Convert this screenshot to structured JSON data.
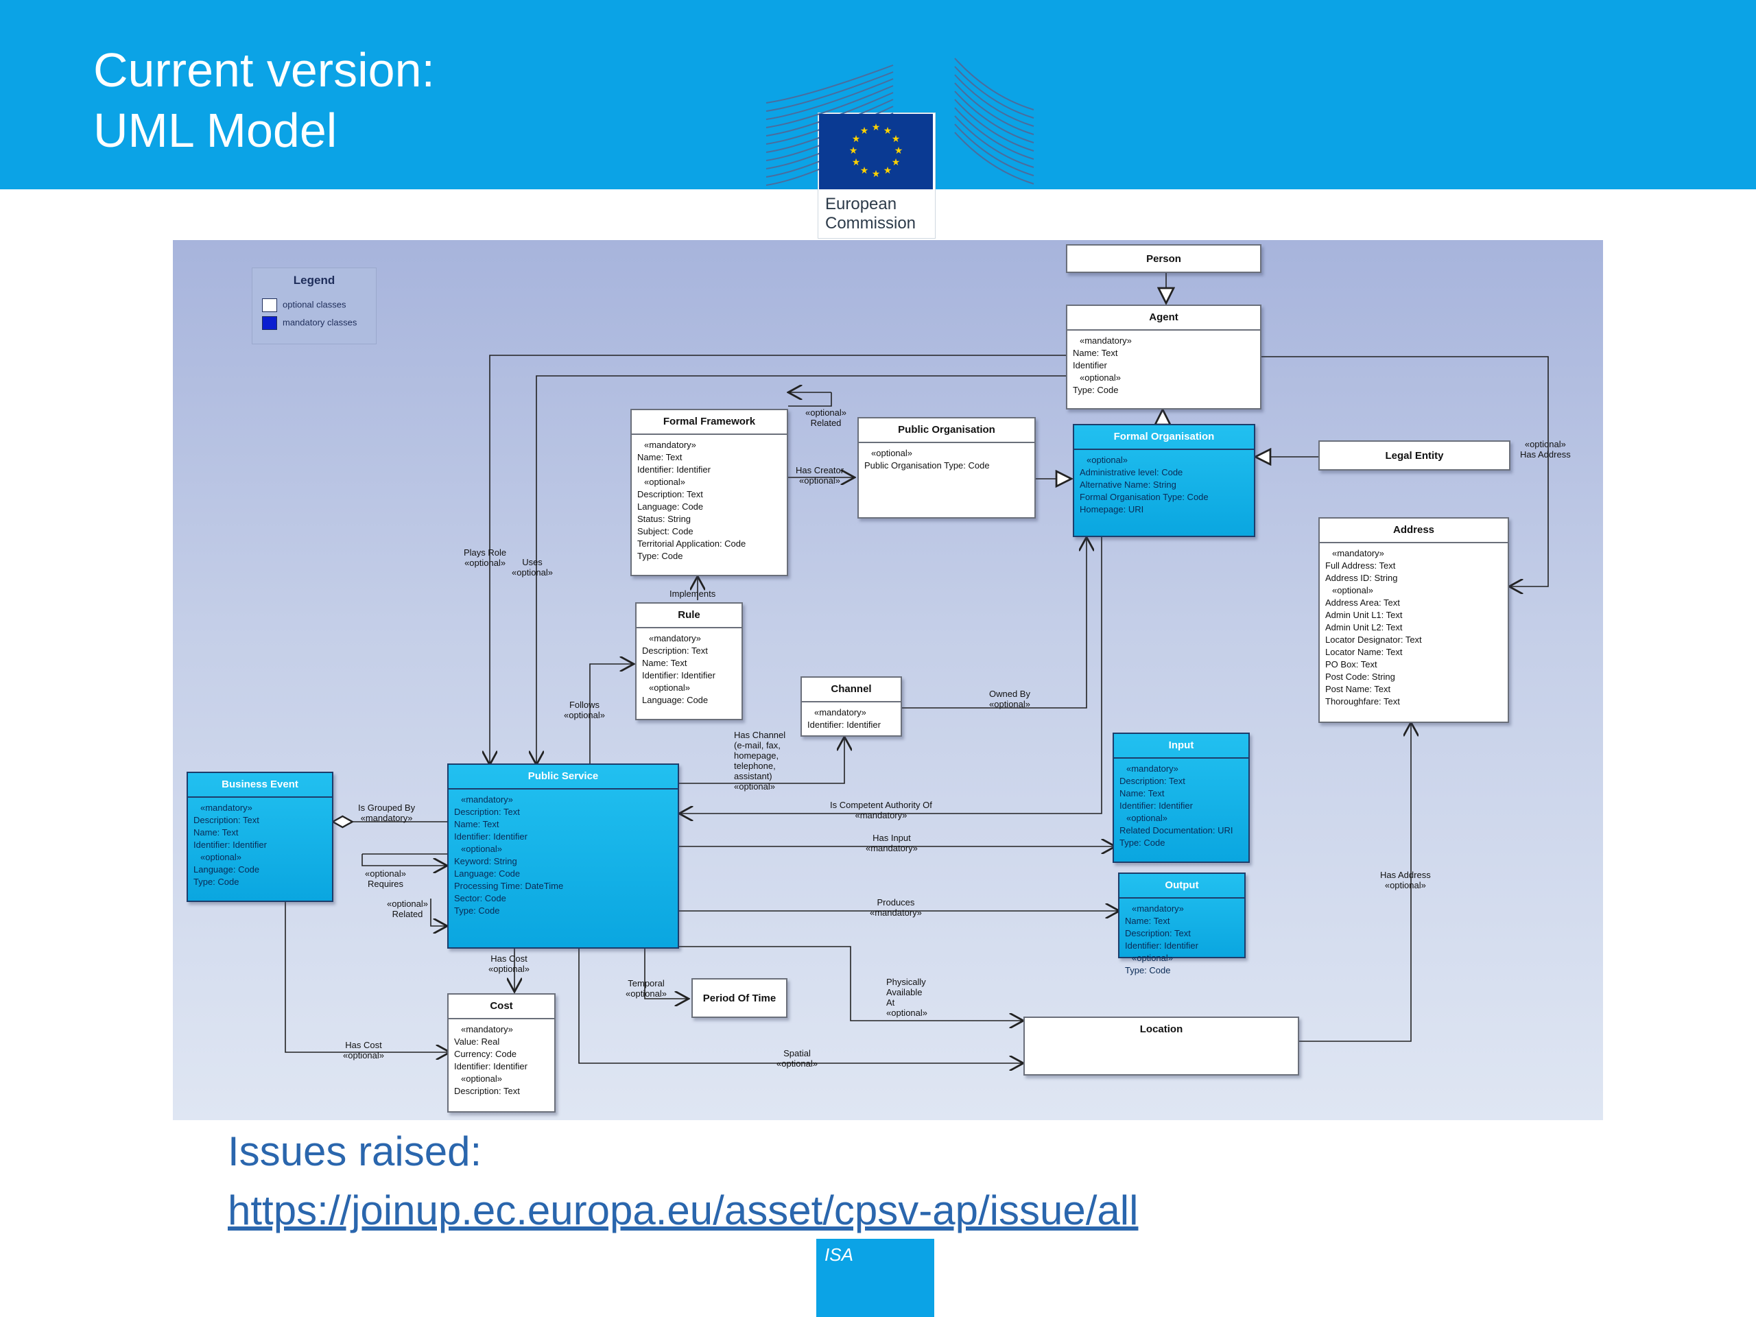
{
  "slide": {
    "title_line1": "Current version:",
    "title_line2": "UML Model",
    "logo_line1": "European",
    "logo_line2": "Commission",
    "issues_label": "Issues raised:",
    "issues_link": "https://joinup.ec.europa.eu/asset/cpsv-ap/issue/all",
    "footer_badge": "ISA"
  },
  "colors": {
    "header": "#0ba3e6",
    "mandatory_class": "#0aa6e0",
    "optional_class": "#ffffff",
    "link": "#2a66ad"
  },
  "legend": {
    "title": "Legend",
    "optional": "optional classes",
    "mandatory": "mandatory classes"
  },
  "classes": {
    "person": {
      "name": "Person"
    },
    "agent": {
      "name": "Agent",
      "lines": [
        "«mandatory»",
        "Name: Text",
        "Identifier",
        "«optional»",
        "Type: Code"
      ]
    },
    "formal_framework": {
      "name": "Formal Framework",
      "lines": [
        "«mandatory»",
        "Name: Text",
        "Identifier: Identifier",
        "«optional»",
        "Description: Text",
        "Language: Code",
        "Status: String",
        "Subject: Code",
        "Territorial Application: Code",
        "Type: Code"
      ]
    },
    "public_organisation": {
      "name": "Public Organisation",
      "lines": [
        "«optional»",
        "Public Organisation Type: Code"
      ]
    },
    "formal_organisation": {
      "name": "Formal Organisation",
      "lines": [
        "«optional»",
        "Administrative level: Code",
        "Alternative Name: String",
        "Formal Organisation Type: Code",
        "Homepage: URI"
      ]
    },
    "legal_entity": {
      "name": "Legal Entity"
    },
    "address": {
      "name": "Address",
      "lines": [
        "«mandatory»",
        "Full Address: Text",
        "Address ID: String",
        "«optional»",
        "Address Area: Text",
        "Admin Unit L1: Text",
        "Admin Unit L2: Text",
        "Locator Designator: Text",
        "Locator Name: Text",
        "PO Box: Text",
        "Post Code: String",
        "Post Name: Text",
        "Thoroughfare: Text"
      ]
    },
    "rule": {
      "name": "Rule",
      "lines": [
        "«mandatory»",
        "Description: Text",
        "Name: Text",
        "Identifier: Identifier",
        "«optional»",
        "Language: Code"
      ]
    },
    "channel": {
      "name": "Channel",
      "lines": [
        "«mandatory»",
        "Identifier: Identifier"
      ]
    },
    "input": {
      "name": "Input",
      "lines": [
        "«mandatory»",
        "Description: Text",
        "Name: Text",
        "Identifier: Identifier",
        "«optional»",
        "Related Documentation: URI",
        "Type: Code"
      ]
    },
    "output": {
      "name": "Output",
      "lines": [
        "«mandatory»",
        "Name: Text",
        "Description: Text",
        "Identifier: Identifier",
        "«optional»",
        "Type: Code"
      ]
    },
    "business_event": {
      "name": "Business Event",
      "lines": [
        "«mandatory»",
        "Description: Text",
        "Name: Text",
        "Identifier: Identifier",
        "«optional»",
        "Language: Code",
        "Type: Code"
      ]
    },
    "public_service": {
      "name": "Public Service",
      "lines": [
        "«mandatory»",
        "Description: Text",
        "Name: Text",
        "Identifier: Identifier",
        "«optional»",
        "Keyword: String",
        "Language: Code",
        "Processing Time: DateTime",
        "Sector: Code",
        "Type: Code"
      ]
    },
    "cost": {
      "name": "Cost",
      "lines": [
        "«mandatory»",
        "Value: Real",
        "Currency: Code",
        "Identifier: Identifier",
        "«optional»",
        "Description: Text"
      ]
    },
    "period_of_time": {
      "name": "Period Of Time"
    },
    "location": {
      "name": "Location"
    }
  },
  "edge_labels": {
    "ff_related": [
      "«optional»",
      "Related"
    ],
    "has_creator": [
      "Has Creator",
      "«optional»"
    ],
    "plays_role": [
      "Plays Role",
      "«optional»"
    ],
    "uses": [
      "Uses",
      "«optional»"
    ],
    "implements": [
      "Implements"
    ],
    "agent_has_address": [
      "«optional»",
      "Has Address"
    ],
    "follows": [
      "Follows",
      "«optional»"
    ],
    "owned_by": [
      "Owned By",
      "«optional»"
    ],
    "has_channel": [
      "Has Channel",
      "(e-mail, fax,",
      "homepage,",
      "telephone,",
      "assistant)",
      "«optional»"
    ],
    "competent_authority": [
      "Is Competent Authority Of",
      "«mandatory»"
    ],
    "has_input": [
      "Has Input",
      "«mandatory»"
    ],
    "produces": [
      "Produces",
      "«mandatory»"
    ],
    "is_grouped_by": [
      "Is Grouped By",
      "«mandatory»"
    ],
    "requires": [
      "«optional»",
      "Requires"
    ],
    "ps_related": [
      "«optional»",
      "Related"
    ],
    "has_cost_ps": [
      "Has Cost",
      "«optional»"
    ],
    "temporal": [
      "Temporal",
      "«optional»"
    ],
    "physically_available": [
      "Physically",
      "Available",
      "At",
      "«optional»"
    ],
    "spatial": [
      "Spatial",
      "«optional»"
    ],
    "location_has_address": [
      "Has Address",
      "«optional»"
    ],
    "be_has_cost": [
      "Has Cost",
      "«optional»"
    ]
  }
}
